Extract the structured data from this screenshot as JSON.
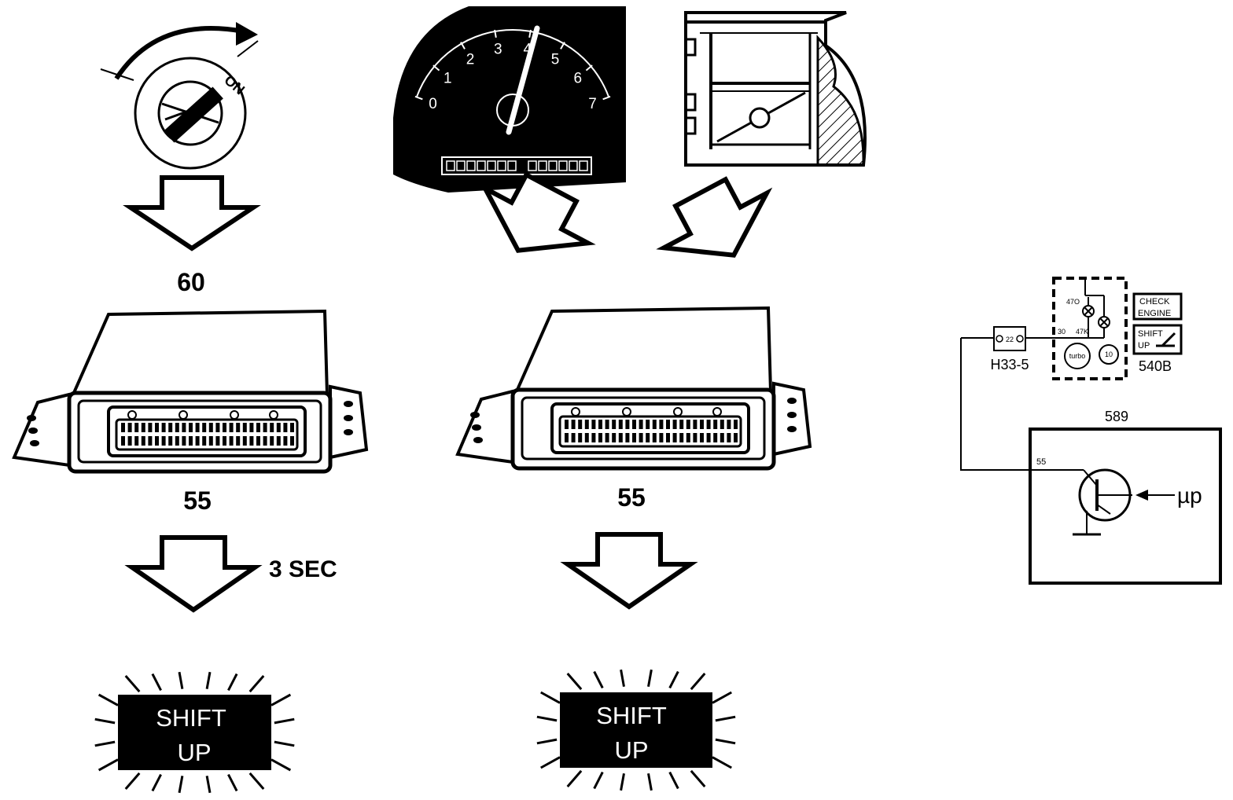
{
  "colors": {
    "ink": "#000000",
    "paper": "#ffffff"
  },
  "ignition": {
    "on_label": "ON",
    "icon": "ignition-key-icon"
  },
  "tachometer": {
    "icon": "tachometer-icon",
    "scale": [
      "0",
      "1",
      "2",
      "3",
      "4",
      "5",
      "6",
      "7"
    ],
    "needle_value": 4,
    "max_value": 7
  },
  "throttle": {
    "icon": "throttle-body-icon"
  },
  "left_column": {
    "relay_label": "60",
    "ecu_label": "55",
    "delay_label": "3 SEC",
    "lamp_line1": "SHIFT",
    "lamp_line2": "UP"
  },
  "center_column": {
    "ecu_label": "55",
    "lamp_line1": "SHIFT",
    "lamp_line2": "UP"
  },
  "schematic": {
    "connector_label": "H33-5",
    "connector_pin": "22",
    "cluster_label": "540B",
    "bulb_a": "47O",
    "bulb_b": "47K",
    "pin_30": "30",
    "gauge_turbo": "turbo",
    "gauge_10": "10",
    "check_engine_line1": "CHECK",
    "check_engine_line2": "ENGINE",
    "shift_up_line1": "SHIFT",
    "shift_up_line2": "UP",
    "module_label": "589",
    "module_pin": "55",
    "processor_label": "µp"
  }
}
